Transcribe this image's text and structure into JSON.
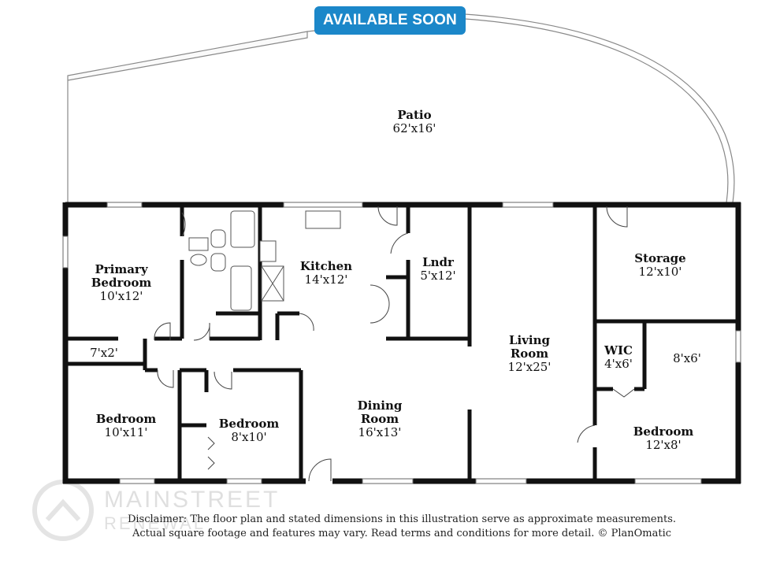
{
  "banner": {
    "label": "AVAILABLE SOON"
  },
  "rooms": {
    "patio": {
      "name": "Patio",
      "dim": "62'x16'"
    },
    "primary": {
      "name_line1": "Primary",
      "name_line2": "Bedroom",
      "dim": "10'x12'"
    },
    "closet": {
      "dim": "7'x2'"
    },
    "kitchen": {
      "name": "Kitchen",
      "dim": "14'x12'"
    },
    "laundry": {
      "name": "Lndr",
      "dim": "5'x12'"
    },
    "storage": {
      "name": "Storage",
      "dim": "12'x10'"
    },
    "living": {
      "name_line1": "Living",
      "name_line2": "Room",
      "dim": "12'x25'"
    },
    "wic": {
      "name": "WIC",
      "dim": "4'x6'"
    },
    "closet2": {
      "dim": "8'x6'"
    },
    "bedroom1": {
      "name": "Bedroom",
      "dim": "10'x11'"
    },
    "bedroom2": {
      "name": "Bedroom",
      "dim": "8'x10'"
    },
    "dining": {
      "name_line1": "Dining",
      "name_line2": "Room",
      "dim": "16'x13'"
    },
    "bedroom3": {
      "name": "Bedroom",
      "dim": "12'x8'"
    }
  },
  "watermark": {
    "line1": "MAINSTREET",
    "line2": "RENEWAL"
  },
  "disclaimer": {
    "line1": "Disclaimer: The floor plan and stated dimensions in this illustration serve as approximate measurements.",
    "line2": "Actual square footage and features may vary. Read terms and conditions for more detail. © PlanOmatic"
  },
  "colors": {
    "banner": "#1b87c9",
    "wall": "#111111"
  }
}
